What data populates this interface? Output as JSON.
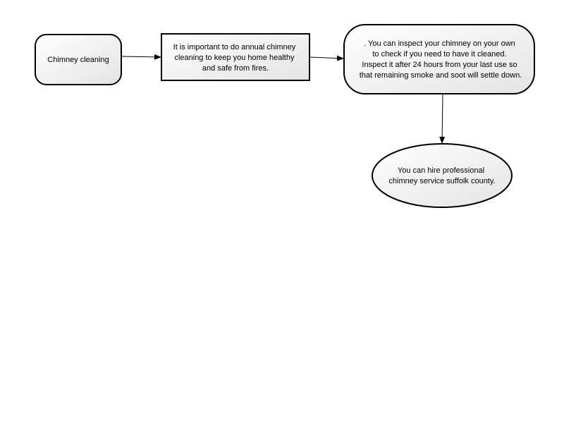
{
  "diagram": {
    "nodes": [
      {
        "id": "n1",
        "shape": "rounded-rect",
        "lines": [
          "Chimney cleaning"
        ]
      },
      {
        "id": "n2",
        "shape": "rect",
        "lines": [
          "It is important to do annual chimney",
          "cleaning to keep you home healthy",
          "and safe from fires."
        ]
      },
      {
        "id": "n3",
        "shape": "rounded-rect",
        "lines": [
          ". You can inspect your chimney on your own",
          "to check if you need to have it cleaned.",
          "Inspect it after 24 hours from your last use so",
          "that remaining smoke and soot will settle down."
        ]
      },
      {
        "id": "n4",
        "shape": "ellipse",
        "lines": [
          "You can hire professional",
          "chimney service suffolk county."
        ]
      }
    ],
    "edges": [
      {
        "from": "n1",
        "to": "n2"
      },
      {
        "from": "n2",
        "to": "n3"
      },
      {
        "from": "n3",
        "to": "n4"
      }
    ],
    "colors": {
      "stroke": "#000000",
      "fill_light": "#ffffff",
      "fill_dark": "#e4e4e4",
      "text": "#000000",
      "background": "#ffffff"
    }
  }
}
